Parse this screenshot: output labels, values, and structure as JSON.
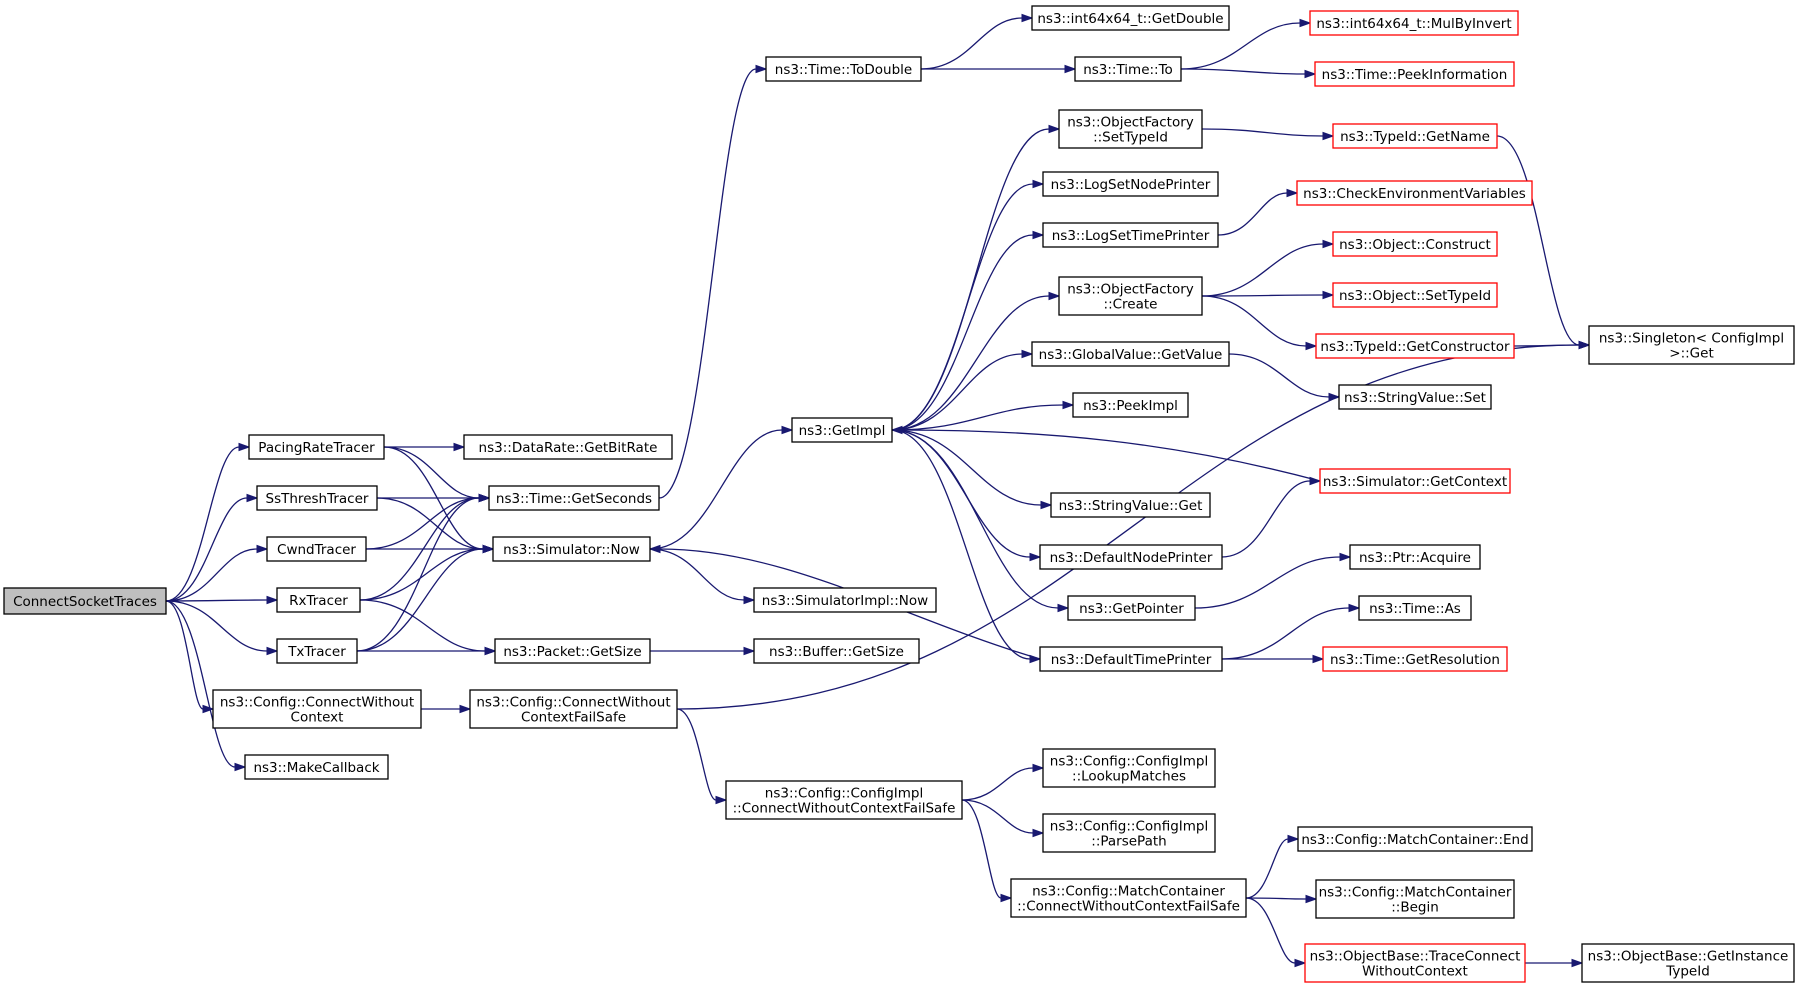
{
  "colors": {
    "edge": "#191970",
    "node_border": "#000000",
    "truncated_border": "#ff0000",
    "root_fill": "#bfbfbf"
  },
  "nodes": [
    {
      "id": "root",
      "lines": [
        "ConnectSocketTraces"
      ],
      "style": "root"
    },
    {
      "id": "pacing",
      "lines": [
        "PacingRateTracer"
      ]
    },
    {
      "id": "ssthresh",
      "lines": [
        "SsThreshTracer"
      ]
    },
    {
      "id": "cwnd",
      "lines": [
        "CwndTracer"
      ]
    },
    {
      "id": "rx",
      "lines": [
        "RxTracer"
      ]
    },
    {
      "id": "tx",
      "lines": [
        "TxTracer"
      ]
    },
    {
      "id": "cfgconn",
      "lines": [
        "ns3::Config::ConnectWithout",
        "Context"
      ]
    },
    {
      "id": "makecb",
      "lines": [
        "ns3::MakeCallback"
      ]
    },
    {
      "id": "getbitrate",
      "lines": [
        "ns3::DataRate::GetBitRate"
      ]
    },
    {
      "id": "getseconds",
      "lines": [
        "ns3::Time::GetSeconds"
      ]
    },
    {
      "id": "simnow",
      "lines": [
        "ns3::Simulator::Now"
      ]
    },
    {
      "id": "getsize",
      "lines": [
        "ns3::Packet::GetSize"
      ]
    },
    {
      "id": "cfgconnfs",
      "lines": [
        "ns3::Config::ConnectWithout",
        "ContextFailSafe"
      ]
    },
    {
      "id": "todouble",
      "lines": [
        "ns3::Time::ToDouble"
      ]
    },
    {
      "id": "getimpl",
      "lines": [
        "ns3::GetImpl"
      ]
    },
    {
      "id": "simimplnow",
      "lines": [
        "ns3::SimulatorImpl::Now"
      ]
    },
    {
      "id": "bufgetsize",
      "lines": [
        "ns3::Buffer::GetSize"
      ]
    },
    {
      "id": "cfgimplconn",
      "lines": [
        "ns3::Config::ConfigImpl",
        "::ConnectWithoutContextFailSafe"
      ]
    },
    {
      "id": "getdouble",
      "lines": [
        "ns3::int64x64_t::GetDouble"
      ]
    },
    {
      "id": "timeto",
      "lines": [
        "ns3::Time::To"
      ]
    },
    {
      "id": "ofsettypeid",
      "lines": [
        "ns3::ObjectFactory",
        "::SetTypeId"
      ]
    },
    {
      "id": "lognode",
      "lines": [
        "ns3::LogSetNodePrinter"
      ]
    },
    {
      "id": "logtime",
      "lines": [
        "ns3::LogSetTimePrinter"
      ]
    },
    {
      "id": "ofcreate",
      "lines": [
        "ns3::ObjectFactory",
        "::Create"
      ]
    },
    {
      "id": "gvgetvalue",
      "lines": [
        "ns3::GlobalValue::GetValue"
      ]
    },
    {
      "id": "peekimpl",
      "lines": [
        "ns3::PeekImpl"
      ]
    },
    {
      "id": "svget",
      "lines": [
        "ns3::StringValue::Get"
      ]
    },
    {
      "id": "defnode",
      "lines": [
        "ns3::DefaultNodePrinter"
      ]
    },
    {
      "id": "getpointer",
      "lines": [
        "ns3::GetPointer"
      ]
    },
    {
      "id": "deftime",
      "lines": [
        "ns3::DefaultTimePrinter"
      ]
    },
    {
      "id": "lookup",
      "lines": [
        "ns3::Config::ConfigImpl",
        "::LookupMatches"
      ]
    },
    {
      "id": "parsepath",
      "lines": [
        "ns3::Config::ConfigImpl",
        "::ParsePath"
      ]
    },
    {
      "id": "mcconn",
      "lines": [
        "ns3::Config::MatchContainer",
        "::ConnectWithoutContextFailSafe"
      ]
    },
    {
      "id": "mulbyinv",
      "lines": [
        "ns3::int64x64_t::MulByInvert"
      ],
      "style": "red"
    },
    {
      "id": "peekinfo",
      "lines": [
        "ns3::Time::PeekInformation"
      ],
      "style": "red"
    },
    {
      "id": "tidgetname",
      "lines": [
        "ns3::TypeId::GetName"
      ],
      "style": "red"
    },
    {
      "id": "checkenv",
      "lines": [
        "ns3::CheckEnvironmentVariables"
      ],
      "style": "red"
    },
    {
      "id": "objconstruct",
      "lines": [
        "ns3::Object::Construct"
      ],
      "style": "red"
    },
    {
      "id": "objsettypeid",
      "lines": [
        "ns3::Object::SetTypeId"
      ],
      "style": "red"
    },
    {
      "id": "tidgetctor",
      "lines": [
        "ns3::TypeId::GetConstructor"
      ],
      "style": "red"
    },
    {
      "id": "svset",
      "lines": [
        "ns3::StringValue::Set"
      ]
    },
    {
      "id": "simgetctx",
      "lines": [
        "ns3::Simulator::GetContext"
      ],
      "style": "red"
    },
    {
      "id": "ptracquire",
      "lines": [
        "ns3::Ptr::Acquire"
      ]
    },
    {
      "id": "timeas",
      "lines": [
        "ns3::Time::As"
      ]
    },
    {
      "id": "getres",
      "lines": [
        "ns3::Time::GetResolution"
      ],
      "style": "red"
    },
    {
      "id": "mcend",
      "lines": [
        "ns3::Config::MatchContainer::End"
      ]
    },
    {
      "id": "mcbegin",
      "lines": [
        "ns3::Config::MatchContainer",
        "::Begin"
      ]
    },
    {
      "id": "tracecon",
      "lines": [
        "ns3::ObjectBase::TraceConnect",
        "WithoutContext"
      ],
      "style": "red"
    },
    {
      "id": "singleton",
      "lines": [
        "ns3::Singleton< ConfigImpl",
        ">::Get"
      ]
    },
    {
      "id": "getinsttid",
      "lines": [
        "ns3::ObjectBase::GetInstance",
        "TypeId"
      ]
    }
  ],
  "edges": [
    [
      "root",
      "pacing"
    ],
    [
      "root",
      "ssthresh"
    ],
    [
      "root",
      "cwnd"
    ],
    [
      "root",
      "rx"
    ],
    [
      "root",
      "tx"
    ],
    [
      "root",
      "cfgconn"
    ],
    [
      "root",
      "makecb"
    ],
    [
      "pacing",
      "getbitrate"
    ],
    [
      "pacing",
      "getseconds"
    ],
    [
      "pacing",
      "simnow"
    ],
    [
      "ssthresh",
      "getseconds"
    ],
    [
      "ssthresh",
      "simnow"
    ],
    [
      "cwnd",
      "getseconds"
    ],
    [
      "cwnd",
      "simnow"
    ],
    [
      "rx",
      "getseconds"
    ],
    [
      "rx",
      "simnow"
    ],
    [
      "rx",
      "getsize"
    ],
    [
      "tx",
      "getseconds"
    ],
    [
      "tx",
      "simnow"
    ],
    [
      "tx",
      "getsize"
    ],
    [
      "cfgconn",
      "cfgconnfs"
    ],
    [
      "getseconds",
      "todouble"
    ],
    [
      "simnow",
      "getimpl"
    ],
    [
      "simnow",
      "simimplnow"
    ],
    [
      "getsize",
      "bufgetsize"
    ],
    [
      "cfgconnfs",
      "cfgimplconn"
    ],
    [
      "cfgconnfs",
      "singleton"
    ],
    [
      "todouble",
      "getdouble"
    ],
    [
      "todouble",
      "timeto"
    ],
    [
      "timeto",
      "mulbyinv"
    ],
    [
      "timeto",
      "peekinfo"
    ],
    [
      "getimpl",
      "ofsettypeid"
    ],
    [
      "getimpl",
      "lognode"
    ],
    [
      "getimpl",
      "logtime"
    ],
    [
      "getimpl",
      "ofcreate"
    ],
    [
      "getimpl",
      "gvgetvalue"
    ],
    [
      "getimpl",
      "peekimpl"
    ],
    [
      "getimpl",
      "svget"
    ],
    [
      "getimpl",
      "defnode"
    ],
    [
      "getimpl",
      "getpointer"
    ],
    [
      "getimpl",
      "deftime"
    ],
    [
      "ofsettypeid",
      "tidgetname"
    ],
    [
      "logtime",
      "checkenv"
    ],
    [
      "ofcreate",
      "objconstruct"
    ],
    [
      "ofcreate",
      "objsettypeid"
    ],
    [
      "ofcreate",
      "tidgetctor"
    ],
    [
      "gvgetvalue",
      "svset"
    ],
    [
      "defnode",
      "simgetctx"
    ],
    [
      "simgetctx",
      "getimpl"
    ],
    [
      "getpointer",
      "ptracquire"
    ],
    [
      "deftime",
      "simnow"
    ],
    [
      "deftime",
      "timeas"
    ],
    [
      "deftime",
      "getres"
    ],
    [
      "tidgetname",
      "singleton"
    ],
    [
      "tidgetctor",
      "singleton"
    ],
    [
      "cfgimplconn",
      "lookup"
    ],
    [
      "cfgimplconn",
      "parsepath"
    ],
    [
      "cfgimplconn",
      "mcconn"
    ],
    [
      "mcconn",
      "mcend"
    ],
    [
      "mcconn",
      "mcbegin"
    ],
    [
      "mcconn",
      "tracecon"
    ],
    [
      "tracecon",
      "getinsttid"
    ]
  ]
}
